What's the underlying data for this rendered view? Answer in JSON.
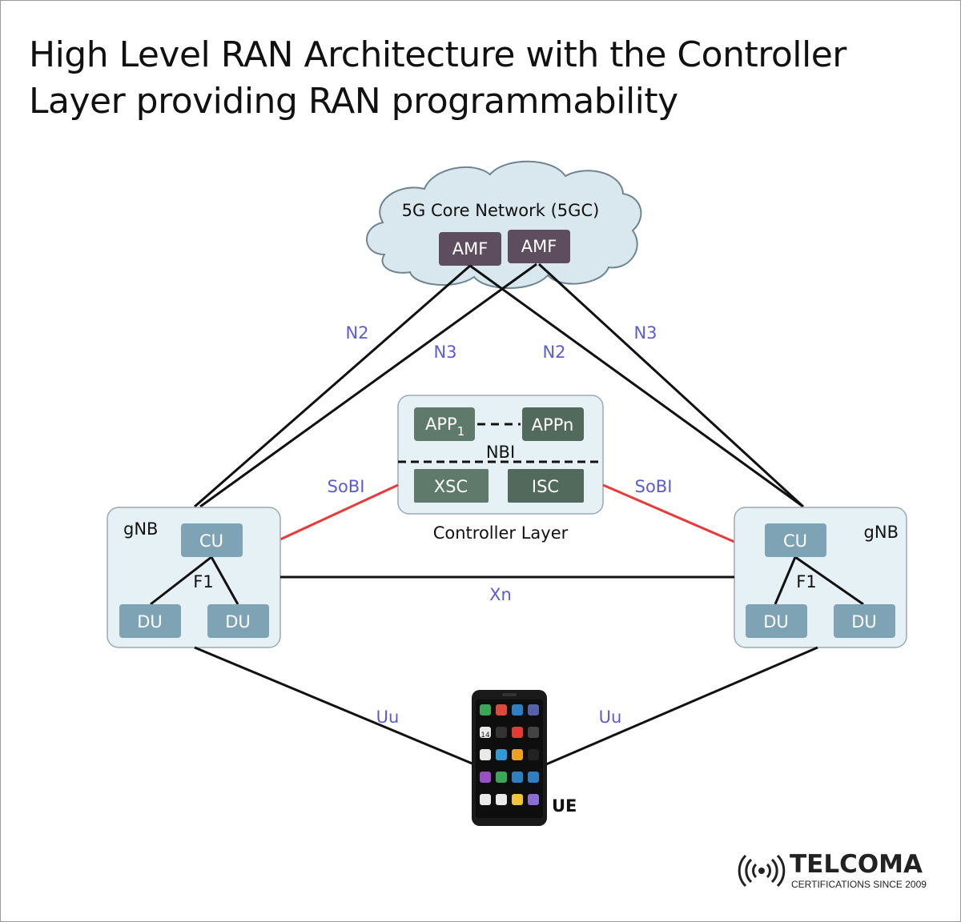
{
  "title": "High Level RAN Architecture with the Controller Layer providing RAN programmability",
  "core": {
    "label": "5G Core Network (5GC)",
    "amf_left": "AMF",
    "amf_right": "AMF"
  },
  "interfaces": {
    "n2_left": "N2",
    "n3_left": "N3",
    "n2_right": "N2",
    "n3_right": "N3",
    "sobi_left": "SoBI",
    "sobi_right": "SoBI",
    "xn": "Xn",
    "uu_left": "Uu",
    "uu_right": "Uu"
  },
  "controller": {
    "app1_base": "APP",
    "app1_sub": "1",
    "appn": "APPn",
    "nbi": "NBI",
    "xsc": "XSC",
    "isc": "ISC",
    "caption": "Controller Layer"
  },
  "gnb_left": {
    "label": "gNB",
    "cu": "CU",
    "f1": "F1",
    "du1": "DU",
    "du2": "DU"
  },
  "gnb_right": {
    "label": "gNB",
    "cu": "CU",
    "f1": "F1",
    "du1": "DU",
    "du2": "DU"
  },
  "ue": {
    "label": "UE",
    "date_tile": "14"
  },
  "brand": {
    "name": "TELCOMA",
    "tagline": "CERTIFICATIONS SINCE 2009"
  },
  "colors": {
    "node_blue": "#7ea3b5",
    "node_green": "#5f7a6b",
    "node_dark_green": "#526a5c",
    "amf": "#5e4d5f",
    "panel_fill": "#e6f1f6",
    "cloud_fill": "#d9e7ee",
    "sobi_line": "#e83a3a",
    "iface_text": "#5b5bd6"
  }
}
